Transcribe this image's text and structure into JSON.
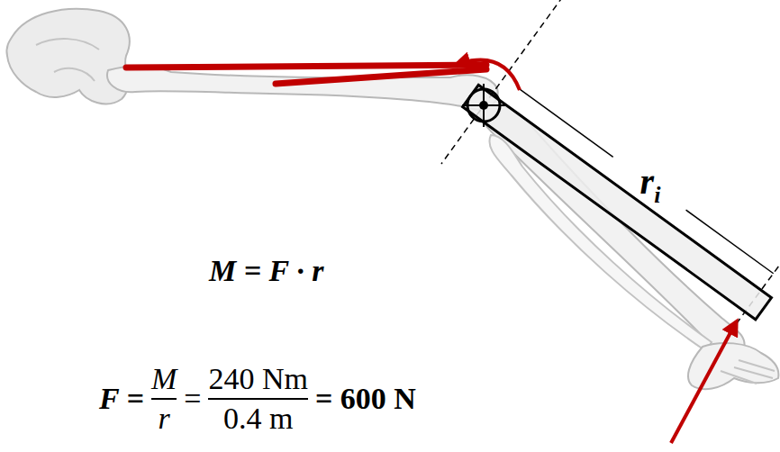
{
  "diagram": {
    "labels": [
      "r",
      "i",
      "M = F · r",
      "F =",
      "M",
      "r",
      "=",
      "240 Nm",
      "0.4 m",
      "= 600 N"
    ]
  }
}
